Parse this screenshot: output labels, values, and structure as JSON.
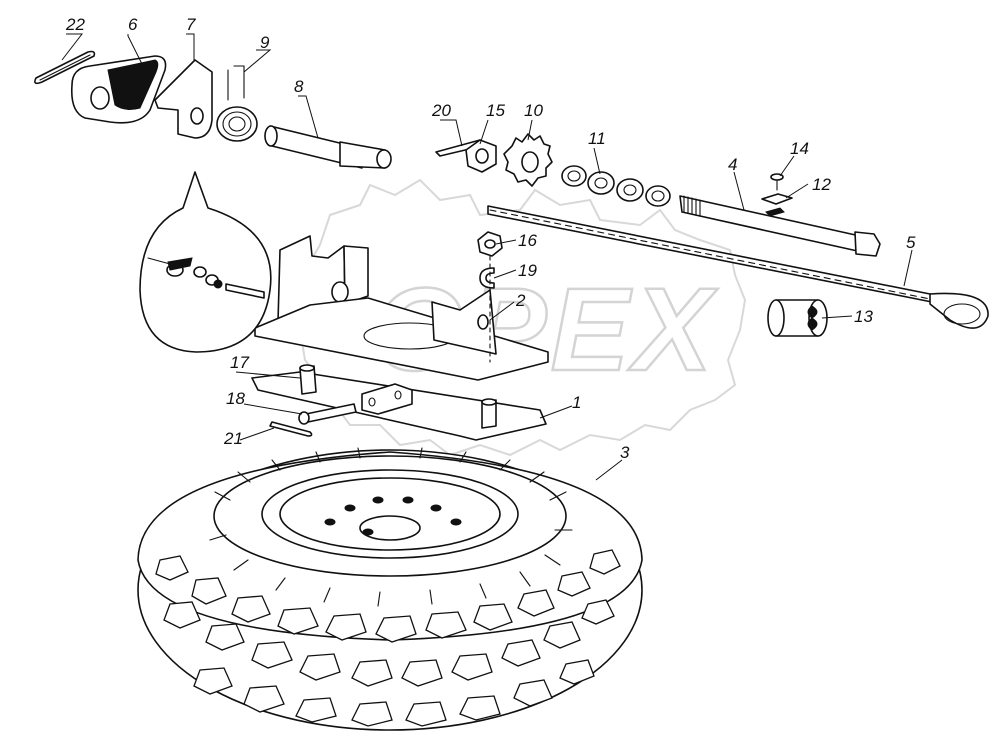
{
  "watermark": {
    "text": "OPEX"
  },
  "callouts": [
    {
      "id": "22",
      "label": "22"
    },
    {
      "id": "6",
      "label": "6"
    },
    {
      "id": "7",
      "label": "7"
    },
    {
      "id": "9",
      "label": "9"
    },
    {
      "id": "8",
      "label": "8"
    },
    {
      "id": "20",
      "label": "20"
    },
    {
      "id": "15",
      "label": "15"
    },
    {
      "id": "10",
      "label": "10"
    },
    {
      "id": "11",
      "label": "11"
    },
    {
      "id": "14",
      "label": "14"
    },
    {
      "id": "12",
      "label": "12"
    },
    {
      "id": "4",
      "label": "4"
    },
    {
      "id": "5",
      "label": "5"
    },
    {
      "id": "16",
      "label": "16"
    },
    {
      "id": "19",
      "label": "19"
    },
    {
      "id": "2",
      "label": "2"
    },
    {
      "id": "13",
      "label": "13"
    },
    {
      "id": "17",
      "label": "17"
    },
    {
      "id": "18",
      "label": "18"
    },
    {
      "id": "21",
      "label": "21"
    },
    {
      "id": "1",
      "label": "1"
    },
    {
      "id": "3",
      "label": "3"
    }
  ]
}
